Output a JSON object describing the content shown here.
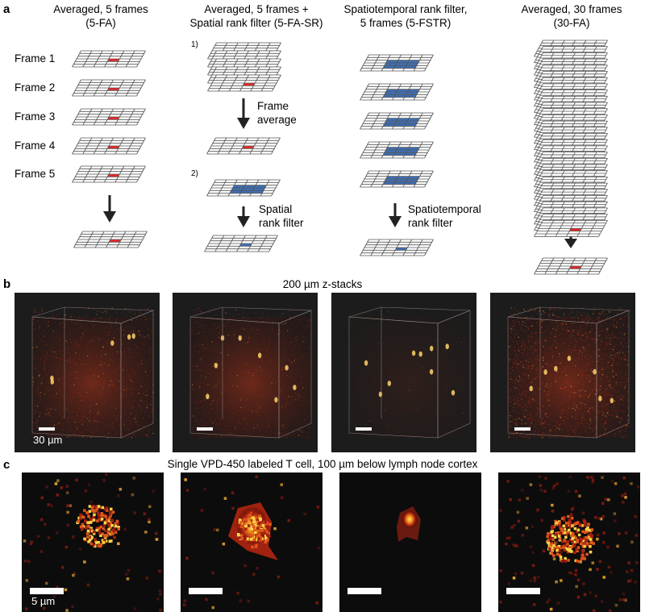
{
  "panel_a": {
    "letter": "a",
    "col1_title_1": "Averaged, 5 frames",
    "col1_title_2": "(5-FA)",
    "col2_title_1": "Averaged, 5 frames +",
    "col2_title_2": "Spatial rank filter (5-FA-SR)",
    "col3_title_1": "Spatiotemporal rank filter,",
    "col3_title_2": "5 frames (5-FSTR)",
    "col4_title_1": "Averaged, 30 frames",
    "col4_title_2": "(30-FA)",
    "frame_labels": [
      "Frame 1",
      "Frame 2",
      "Frame 3",
      "Frame 4",
      "Frame 5"
    ],
    "step1": "1)",
    "step2": "2)",
    "frame_average_1": "Frame",
    "frame_average_2": "average",
    "spatial_rank_1": "Spatial",
    "spatial_rank_2": "rank filter",
    "spatiotemporal_rank_1": "Spatiotemporal",
    "spatiotemporal_rank_2": "rank filter",
    "stack_count_30": 30
  },
  "panel_b": {
    "letter": "b",
    "title": "200  µm z-stacks",
    "scale_label": "30 µm"
  },
  "panel_c": {
    "letter": "c",
    "title": "Single VPD-450 labeled T cell, 100 µm below lymph node cortex",
    "scale_label": "5 µm"
  },
  "colors": {
    "pixel_red": "#e8282a",
    "pixel_blue": "#3e6fb5",
    "grid_line": "#555555",
    "panel_bg": "#1c1c1c",
    "arrow": "#222222"
  }
}
